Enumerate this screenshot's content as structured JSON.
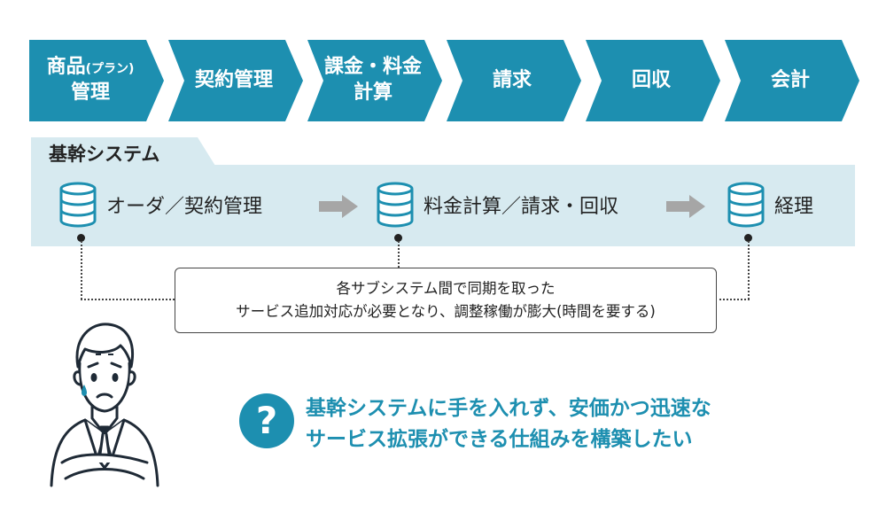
{
  "process_steps": [
    {
      "line1_main": "商品",
      "line1_small": "(プラン)",
      "line2": "管理"
    },
    {
      "line1": "契約管理"
    },
    {
      "line1": "課金・料金",
      "line2": "計算"
    },
    {
      "line1": "請求"
    },
    {
      "line1": "回収"
    },
    {
      "line1": "会計"
    }
  ],
  "base_system": {
    "label": "基幹システム",
    "subsystems": [
      {
        "label": "オーダ／契約管理",
        "icon": "database-icon"
      },
      {
        "label": "料金計算／請求・回収",
        "icon": "database-icon"
      },
      {
        "label": "経理",
        "icon": "database-icon"
      }
    ]
  },
  "callout": {
    "line1": "各サブシステム間で同期を取った",
    "line2": "サービス追加対応が必要となり、調整稼働が膨大(時間を要する)"
  },
  "goal": {
    "badge": "?",
    "line1": "基幹システムに手を入れず、安価かつ迅速な",
    "line2": "サービス拡張ができる仕組みを構築したい"
  },
  "colors": {
    "primary": "#1d8fb0",
    "band": "#d7eaf0",
    "arrow": "#a6a6a6"
  }
}
